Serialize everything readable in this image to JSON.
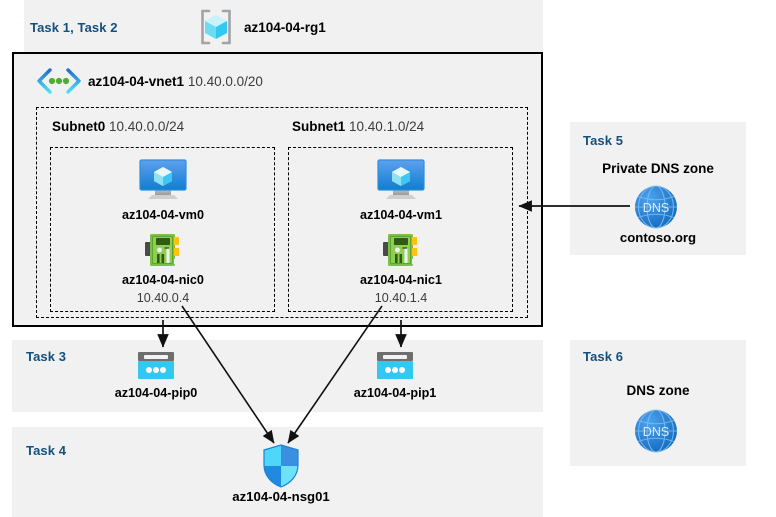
{
  "diagram": {
    "resource_group": {
      "task_label": "Task 1, Task 2",
      "name": "az104-04-rg1",
      "icon": "resource-group-icon"
    },
    "vnet": {
      "name": "az104-04-vnet1",
      "address_space": "10.40.0.0/20",
      "icon": "virtual-network-icon"
    },
    "subnets": [
      {
        "name": "Subnet0",
        "address_prefix": "10.40.0.0/24",
        "vm": {
          "name": "az104-04-vm0",
          "icon": "virtual-machine-icon"
        },
        "nic": {
          "name": "az104-04-nic0",
          "ip": "10.40.0.4",
          "icon": "network-interface-icon"
        }
      },
      {
        "name": "Subnet1",
        "address_prefix": "10.40.1.0/24",
        "vm": {
          "name": "az104-04-vm1",
          "icon": "virtual-machine-icon"
        },
        "nic": {
          "name": "az104-04-nic1",
          "ip": "10.40.1.4",
          "icon": "network-interface-icon"
        }
      }
    ],
    "public_ips": [
      {
        "task_label": "Task 3",
        "name": "az104-04-pip0",
        "icon": "public-ip-address-icon"
      },
      {
        "name": "az104-04-pip1",
        "icon": "public-ip-address-icon"
      }
    ],
    "nsg": {
      "task_label": "Task 4",
      "name": "az104-04-nsg01",
      "icon": "network-security-group-icon"
    },
    "private_dns_zone": {
      "task_label": "Task 5",
      "title": "Private DNS zone",
      "name": "contoso.org",
      "icon": "dns-zone-icon",
      "icon_text": "DNS"
    },
    "dns_zone": {
      "task_label": "Task 6",
      "title": "DNS zone",
      "icon": "dns-zone-icon",
      "icon_text": "DNS"
    },
    "colors": {
      "task_label": "#12507e",
      "panel_bg": "#f1f1f1",
      "azure_blue": "#0078d4",
      "cyan": "#32c8f0",
      "nic_green": "#6cbe45",
      "dns_blue": "#1f7ad4"
    }
  }
}
